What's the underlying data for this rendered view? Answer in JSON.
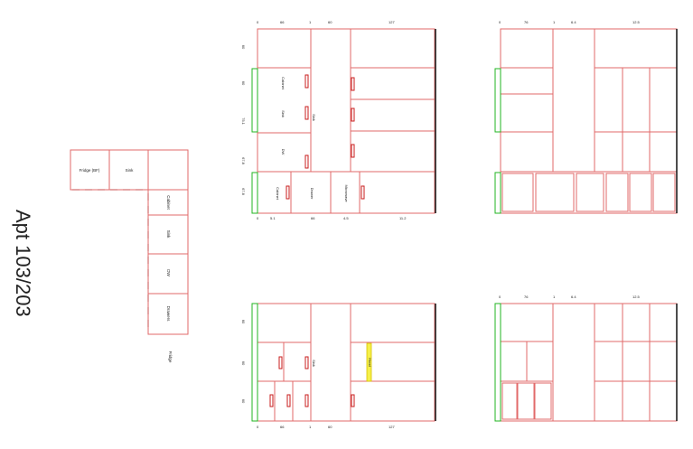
{
  "title": "Apt 103/203",
  "plan": {
    "top_left_labels": [
      "Fridge (BF)",
      "Sink"
    ],
    "column_labels": [
      "Cabinet",
      "Sink",
      "DW",
      "Drawers"
    ],
    "fridge_label": "Fridge"
  },
  "elev_top_left": {
    "dims_top": [
      "0",
      "66",
      "1",
      "60",
      "127"
    ],
    "dims_bottom": [
      "0",
      "5.1",
      "66",
      "4.5",
      "11.2"
    ],
    "dims_side": [
      "60",
      "60",
      "75.1",
      "67.8",
      "67.8"
    ],
    "labels": [
      "Cabinet",
      "Sink",
      "DW",
      "Sink",
      "Cabinet",
      "Drawer",
      "Microwave"
    ]
  },
  "elev_top_right": {
    "dims_top": [
      "0",
      "76",
      "1",
      "6.4",
      "12.5"
    ]
  },
  "elev_bottom_left": {
    "dims_side": [
      "60",
      "60",
      "60"
    ],
    "dims_bottom": [
      "0",
      "66",
      "1",
      "60",
      "127"
    ],
    "labels": [
      "Sink",
      "Hood"
    ]
  },
  "elev_bottom_right": {
    "dims_top": [
      "0",
      "76",
      "1",
      "6.4",
      "12.5"
    ]
  },
  "colors": {
    "line": "#e26a6a",
    "green": "#22b422",
    "handle": "#c81e1e",
    "yellow": "#f5f04a",
    "dark": "#111111"
  }
}
